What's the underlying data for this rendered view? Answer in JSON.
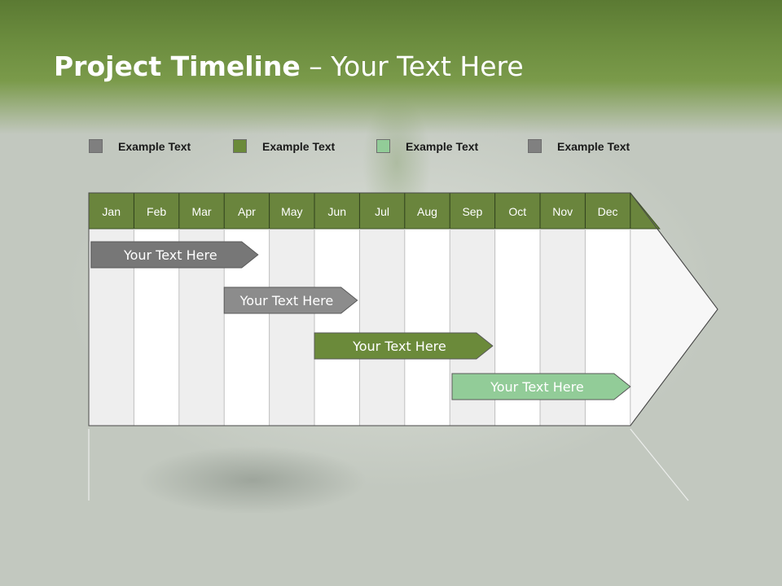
{
  "title": {
    "bold": "Project Timeline",
    "rest": " – Your Text Here"
  },
  "legend": [
    {
      "label": "Example Text",
      "color": "#7f7f7f"
    },
    {
      "label": "Example Text",
      "color": "#6b8a3a"
    },
    {
      "label": "Example Text",
      "color": "#92cc98"
    },
    {
      "label": "Example Text",
      "color": "#808080"
    }
  ],
  "colors": {
    "header": "#6b8c3e",
    "month_bar": "#6a853d"
  },
  "chart_data": {
    "type": "gantt",
    "months": [
      "Jan",
      "Feb",
      "Mar",
      "Apr",
      "May",
      "Jun",
      "Jul",
      "Aug",
      "Sep",
      "Oct",
      "Nov",
      "Dec"
    ],
    "tasks": [
      {
        "label": "Your  Text Here",
        "start": 0.05,
        "end": 3.75,
        "color": "#777777"
      },
      {
        "label": "Your  Text Here",
        "start": 3.0,
        "end": 5.95,
        "color": "#8c8c8c"
      },
      {
        "label": "Your  Text Here",
        "start": 5.0,
        "end": 8.95,
        "color": "#6b8a3a"
      },
      {
        "label": "Your  Text Here",
        "start": 8.05,
        "end": 12.0,
        "color": "#92cc98"
      }
    ]
  }
}
